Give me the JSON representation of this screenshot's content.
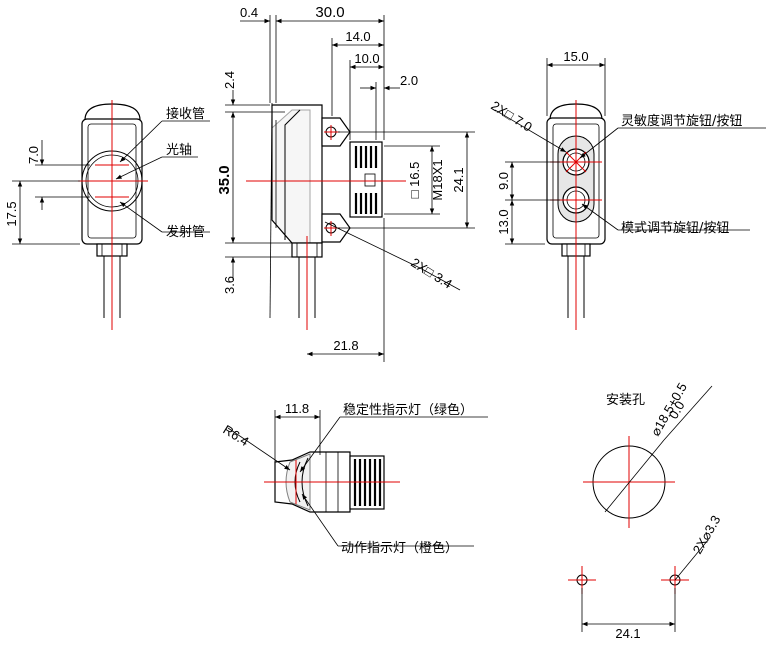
{
  "front_view": {
    "labels": {
      "receiver": "接收管",
      "optical_axis": "光轴",
      "emitter": "发射管"
    },
    "dims": {
      "d_7_0": "7.0",
      "d_17_5": "17.5"
    }
  },
  "side_view": {
    "dims": {
      "d_0_4": "0.4",
      "d_30_0": "30.0",
      "d_14_0": "14.0",
      "d_10_0": "10.0",
      "d_2_0": "2.0",
      "d_2_4": "2.4",
      "d_35_0": "35.0",
      "d_3_6": "3.6",
      "d_16_5": "□ 16.5",
      "d_m18": "M18X1",
      "d_24_1": "24.1",
      "d_21_8": "21.8",
      "d_hole": "2X□ 3.4"
    }
  },
  "back_view": {
    "labels": {
      "sensitivity": "灵敏度调节旋钮/按钮",
      "mode": "模式调节旋钮/按钮"
    },
    "dims": {
      "d_15_0": "15.0",
      "d_9_0": "9.0",
      "d_13_0": "13.0",
      "d_knob": "2X□ 7.0"
    }
  },
  "top_view": {
    "labels": {
      "stability": "稳定性指示灯（绿色）",
      "action": "动作指示灯（橙色）"
    },
    "dims": {
      "d_11_8": "11.8",
      "d_r6_4": "R6.4"
    }
  },
  "mounting": {
    "title": "安装孔",
    "dims": {
      "big_hole": "⌀18.5+0.5",
      "big_hole_tol": "0.0",
      "small_holes": "2X⌀3.3",
      "spacing": "24.1"
    }
  }
}
